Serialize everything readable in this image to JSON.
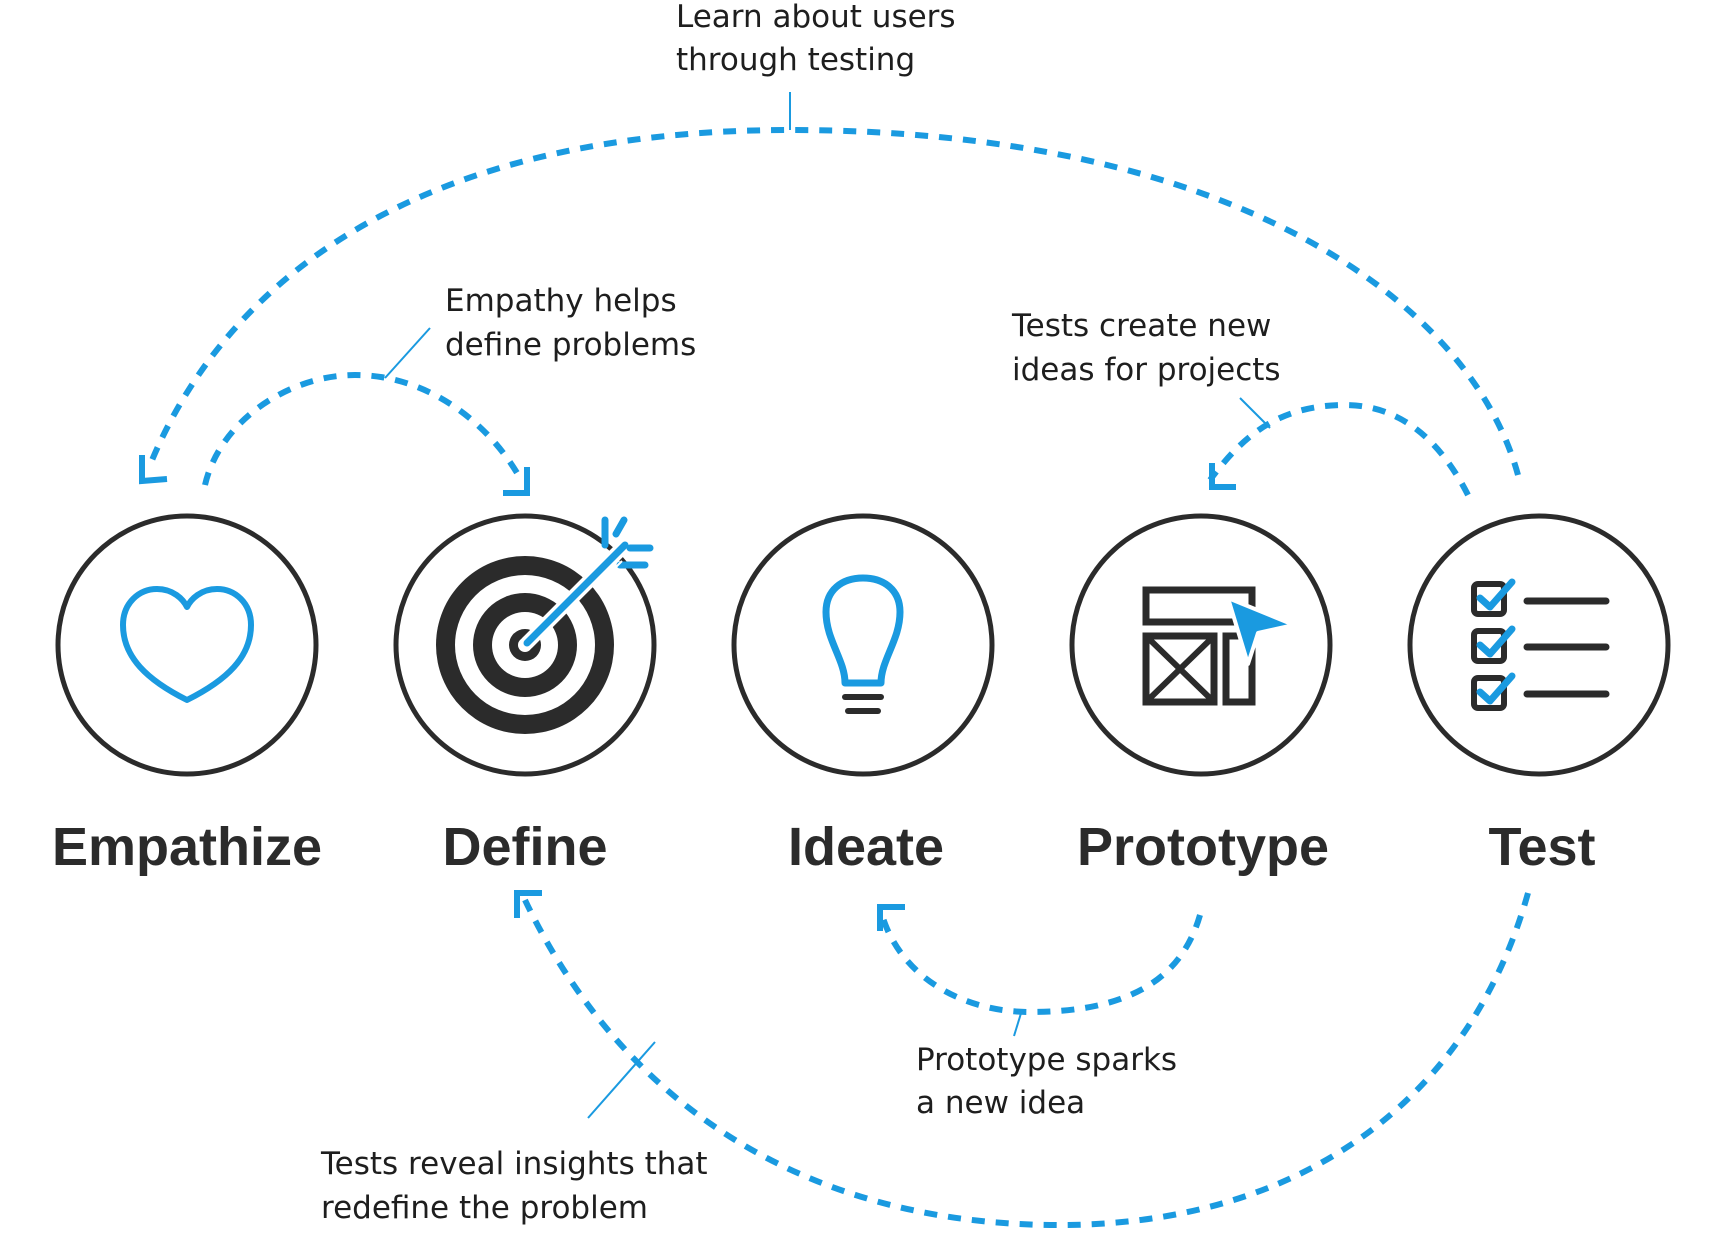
{
  "stages": [
    {
      "id": "empathize",
      "label": "Empathize",
      "icon": "heart-icon"
    },
    {
      "id": "define",
      "label": "Define",
      "icon": "target-arrow-icon"
    },
    {
      "id": "ideate",
      "label": "Ideate",
      "icon": "lightbulb-icon"
    },
    {
      "id": "prototype",
      "label": "Prototype",
      "icon": "wireframe-cursor-icon"
    },
    {
      "id": "test",
      "label": "Test",
      "icon": "checklist-icon"
    }
  ],
  "annotations": {
    "learn": [
      "Learn about users",
      "through testing"
    ],
    "empathy": [
      "Empathy helps",
      "define problems"
    ],
    "tests_create": [
      "Tests create new",
      "ideas for projects"
    ],
    "prototype_sparks": [
      "Prototype sparks",
      "a new idea"
    ],
    "tests_reveal": [
      "Tests reveal insights that",
      "redefine the problem"
    ]
  },
  "colors": {
    "accent": "#1a9ae0",
    "ink": "#2b2b2b"
  }
}
